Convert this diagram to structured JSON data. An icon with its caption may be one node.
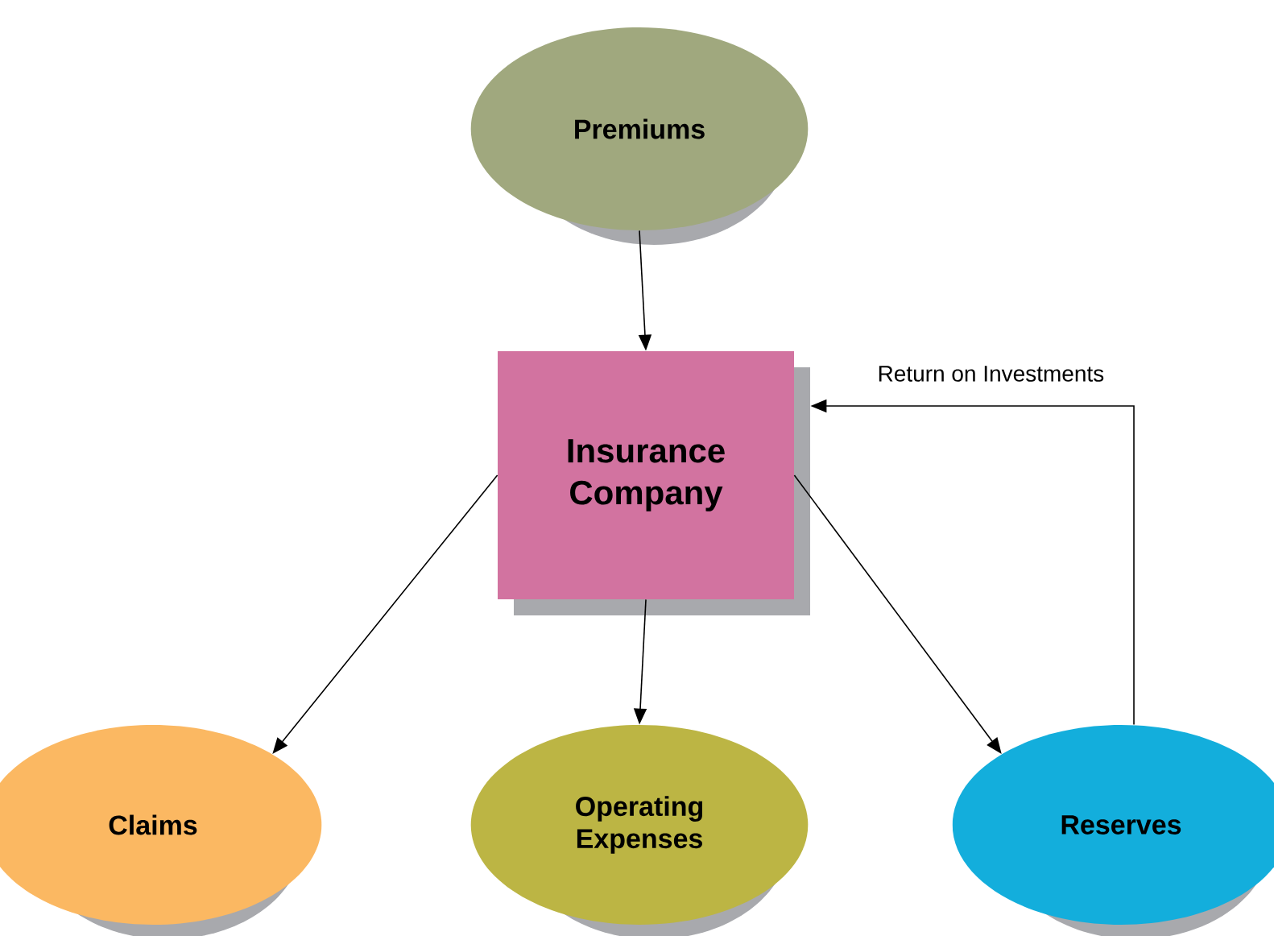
{
  "diagram": {
    "nodes": [
      {
        "text": [
          "Premiums"
        ]
      },
      {
        "text": [
          "Insurance Company"
        ]
      },
      {
        "text": [
          "Claims"
        ]
      },
      {
        "text": [
          "Operating Expenses"
        ]
      },
      {
        "text": [
          "Reserves"
        ]
      }
    ],
    "edges": [
      {
        "from": 0,
        "to": 1,
        "arrow": "to"
      },
      {
        "from": 1,
        "to": 2,
        "arrow": "to"
      },
      {
        "from": 1,
        "to": 3,
        "arrow": "to"
      },
      {
        "from": 1,
        "to": 4,
        "arrow": "to"
      },
      {
        "from": 4,
        "to": 1,
        "arrow": "to",
        "label": "Return on Investments"
      }
    ]
  }
}
